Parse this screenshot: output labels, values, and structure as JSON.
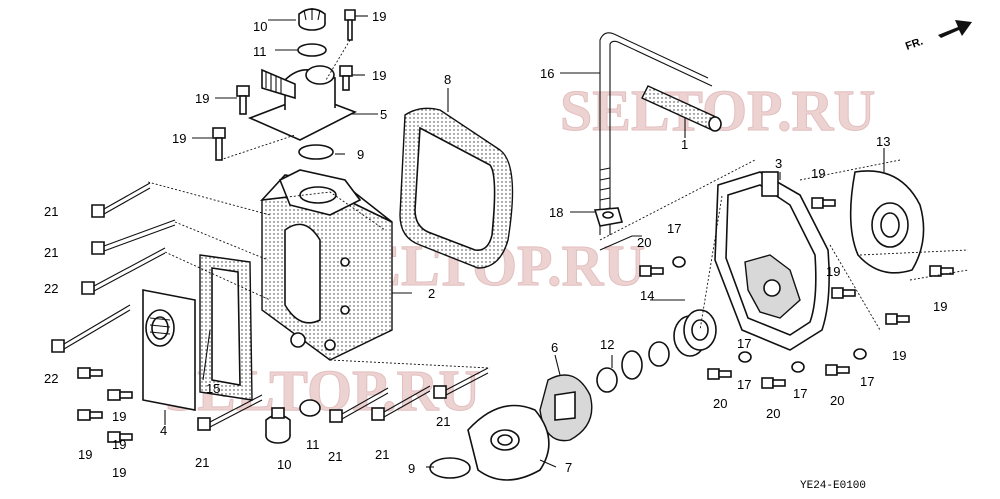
{
  "orientation_arrow": "FR.",
  "diagram_code": "YE24-E0100",
  "watermark": "SELTOP.RU",
  "callouts": [
    "10",
    "19",
    "11",
    "19",
    "19",
    "5",
    "19",
    "9",
    "8",
    "16",
    "1",
    "3",
    "13",
    "21",
    "21",
    "22",
    "22",
    "2",
    "18",
    "17",
    "20",
    "19",
    "14",
    "19",
    "19",
    "19",
    "12",
    "6",
    "15",
    "4",
    "19",
    "19",
    "19",
    "17",
    "17",
    "20",
    "20",
    "20",
    "21",
    "11",
    "10",
    "21",
    "21",
    "21",
    "9",
    "7",
    "19",
    "17",
    "17"
  ]
}
